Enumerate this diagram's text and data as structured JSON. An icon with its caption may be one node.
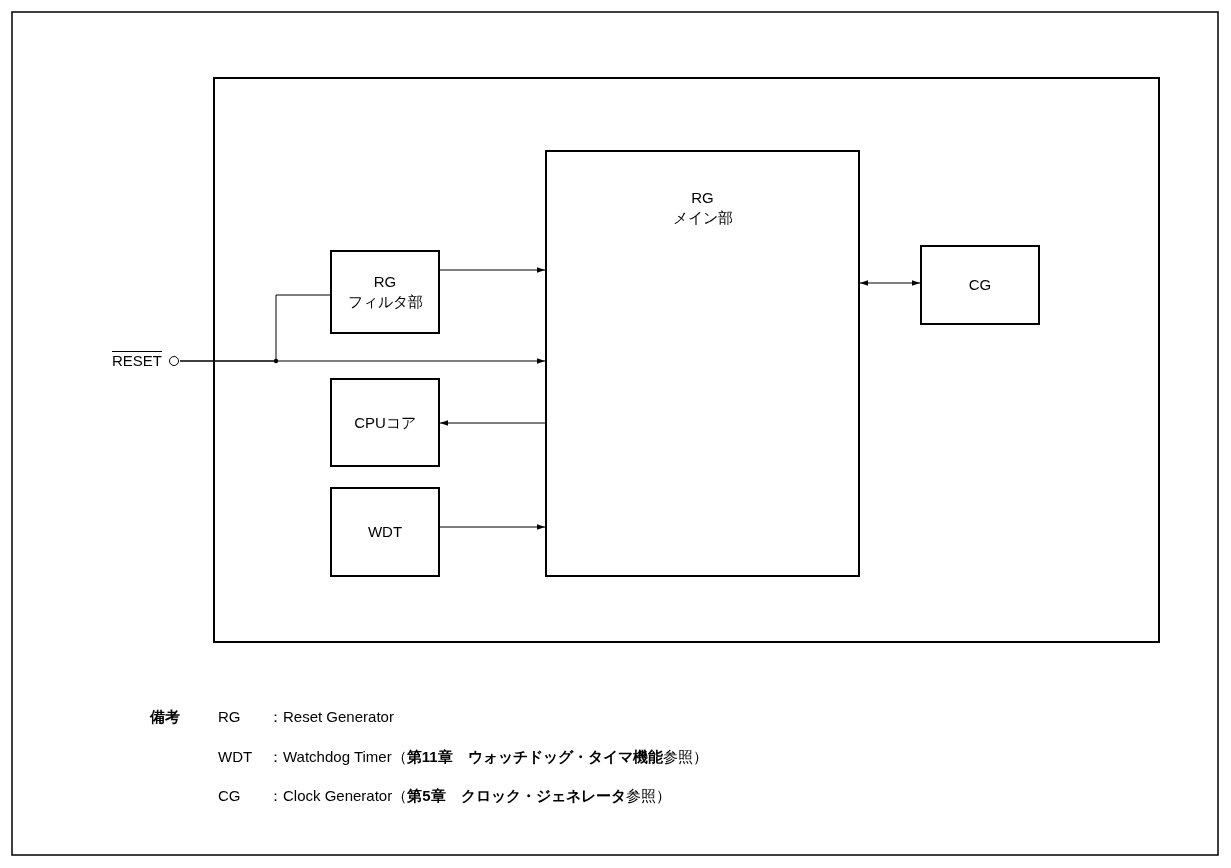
{
  "diagram": {
    "nodes": [
      {
        "text": [],
        "shape": "box"
      },
      {
        "text": [
          "RG",
          "フィルタ部"
        ],
        "in": 0
      },
      {
        "text": [
          "RG",
          "メイン部"
        ],
        "in": 0
      },
      {
        "text": [
          "CG"
        ],
        "in": 0
      },
      {
        "text": [
          "CPUコア"
        ],
        "in": 0
      },
      {
        "text": [
          "WDT"
        ],
        "in": 0
      },
      {
        "text": [
          "RESET"
        ]
      }
    ],
    "edges": [
      {
        "from": 1,
        "to": 2,
        "arrow": "to"
      },
      {
        "from": 6,
        "to": 2,
        "arrow": "to"
      },
      {
        "from": 6,
        "to": 1,
        "arrow": "none"
      },
      {
        "from": 2,
        "to": 4,
        "arrow": "to"
      },
      {
        "from": 5,
        "to": 2,
        "arrow": "to"
      },
      {
        "from": 2,
        "to": 3,
        "arrow": "both"
      }
    ],
    "labels": [
      "備考",
      "RG",
      "：Reset Generator",
      "WDT",
      "：Watchdog Timer（**第11章　ウォッチドッグ・タイマ機能**参照）",
      "CG",
      "：Clock Generator（**第5章　クロック・ジェネレータ**参照）"
    ]
  }
}
